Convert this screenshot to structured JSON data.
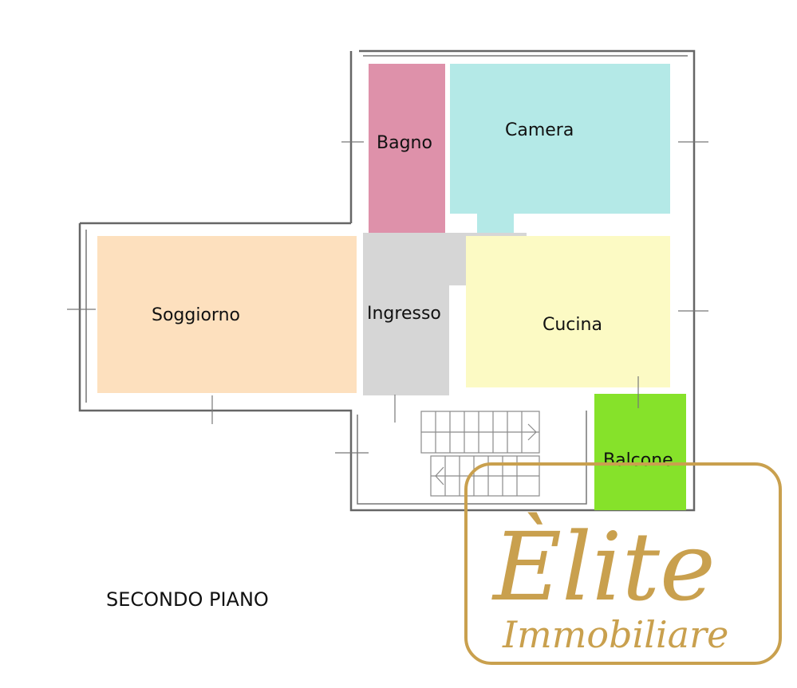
{
  "colors": {
    "bagno": "#de91aa",
    "camera": "#b4e9e7",
    "soggiorno": "#fde0be",
    "ingresso": "#d6d6d6",
    "cucina": "#fcfac4",
    "balcone": "#86e22a",
    "logo_gold": "#c9a04e"
  },
  "rooms": {
    "bagno": "Bagno",
    "camera": "Camera",
    "soggiorno": "Soggiorno",
    "ingresso": "Ingresso",
    "cucina": "Cucina",
    "balcone": "Balcone"
  },
  "floor_label": "SECONDO PIANO",
  "logo": {
    "main": "Èlite",
    "sub": "Immobiliare"
  }
}
